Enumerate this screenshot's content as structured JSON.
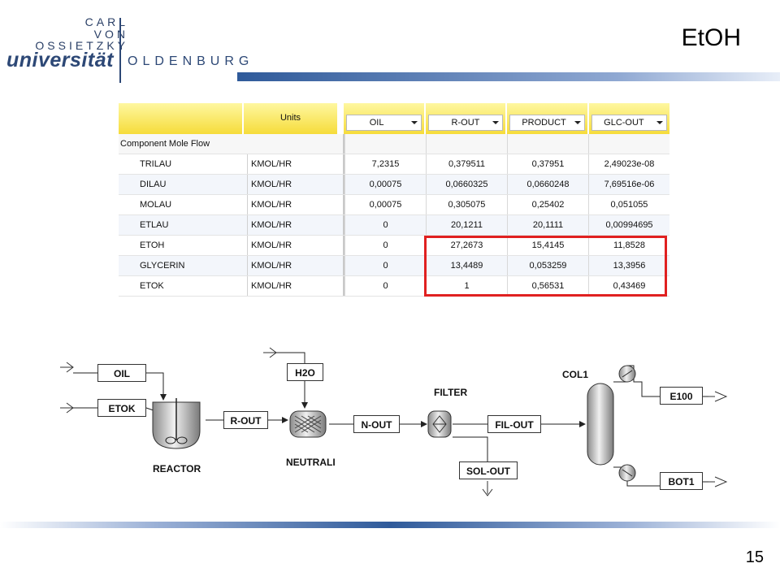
{
  "logo": {
    "line1": "CARL",
    "line2": "VON",
    "line3": "OSSIETZKY",
    "universitaet": "universität",
    "oldenburg": "OLDENBURG"
  },
  "slide_title": "EtOH",
  "page_number": "15",
  "table": {
    "units_header": "Units",
    "columns": [
      "OIL",
      "R-OUT",
      "PRODUCT",
      "GLC-OUT"
    ],
    "section_label": "Component Mole Flow",
    "rows": [
      {
        "name": "TRILAU",
        "unit": "KMOL/HR",
        "values": [
          "7,2315",
          "0,379511",
          "0,37951",
          "2,49023e-08"
        ]
      },
      {
        "name": "DILAU",
        "unit": "KMOL/HR",
        "values": [
          "0,00075",
          "0,0660325",
          "0,0660248",
          "7,69516e-06"
        ]
      },
      {
        "name": "MOLAU",
        "unit": "KMOL/HR",
        "values": [
          "0,00075",
          "0,305075",
          "0,25402",
          "0,051055"
        ]
      },
      {
        "name": "ETLAU",
        "unit": "KMOL/HR",
        "values": [
          "0",
          "20,1211",
          "20,1111",
          "0,00994695"
        ]
      },
      {
        "name": "ETOH",
        "unit": "KMOL/HR",
        "values": [
          "0",
          "27,2673",
          "15,4145",
          "11,8528"
        ]
      },
      {
        "name": "GLYCERIN",
        "unit": "KMOL/HR",
        "values": [
          "0",
          "13,4489",
          "0,053259",
          "13,3956"
        ]
      },
      {
        "name": "ETOK",
        "unit": "KMOL/HR",
        "values": [
          "0",
          "1",
          "0,56531",
          "0,43469"
        ]
      }
    ]
  },
  "flowsheet": {
    "streams": {
      "oil": "OIL",
      "etok": "ETOK",
      "r_out": "R-OUT",
      "h2o": "H2O",
      "n_out": "N-OUT",
      "fil_out": "FIL-OUT",
      "sol_out": "SOL-OUT",
      "e100": "E100",
      "bot1": "BOT1"
    },
    "blocks": {
      "reactor": "REACTOR",
      "neutrali": "NEUTRALI",
      "filter": "FILTER",
      "col1": "COL1"
    }
  },
  "colors": {
    "header_yellow": "#f6dc3a",
    "highlight_red": "#e02020",
    "brand_blue": "#2d4876"
  }
}
